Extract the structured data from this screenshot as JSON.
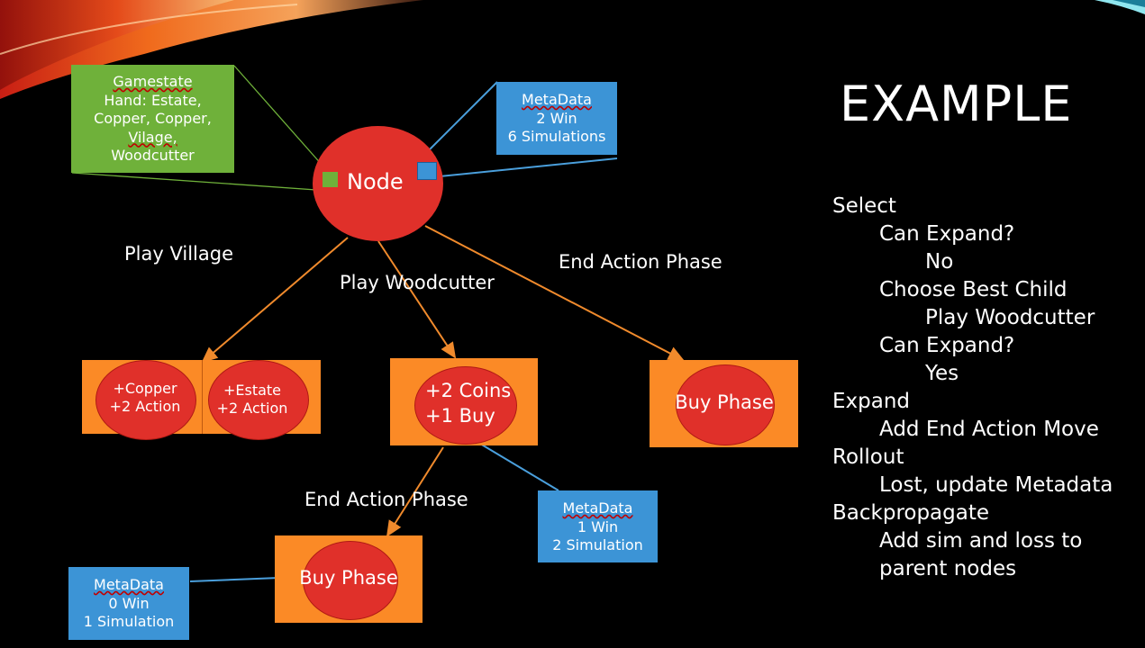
{
  "slide": {
    "title": "EXAMPLE"
  },
  "node": {
    "label": "Node"
  },
  "gamestate": {
    "heading": "Gamestate",
    "lines": [
      "Hand: Estate,",
      "Copper, Copper,",
      "Vilage,",
      "Woodcutter"
    ]
  },
  "root_meta": {
    "heading": "MetaData",
    "lines": [
      "2 Win",
      "6 Simulations"
    ]
  },
  "edges": {
    "play_village": "Play Village",
    "play_woodcutter": "Play Woodcutter",
    "end_action_phase_top": "End Action Phase",
    "end_action_phase_bottom": "End Action Phase"
  },
  "children": {
    "copper": [
      "+Copper",
      "+2 Action"
    ],
    "estate": [
      "+Estate",
      "+2 Action"
    ],
    "coins": [
      "+2 Coins",
      "+1 Buy"
    ],
    "buy_phase_right": "Buy Phase",
    "buy_phase_bottom": "Buy Phase"
  },
  "child_meta": {
    "heading": "MetaData",
    "lines": [
      "1 Win",
      "2 Simulation"
    ]
  },
  "leaf_meta": {
    "heading": "MetaData",
    "lines": [
      "0 Win",
      "1 Simulation"
    ]
  },
  "steps": [
    {
      "text": "Select",
      "level": 0
    },
    {
      "text": "Can Expand?",
      "level": 1
    },
    {
      "text": "No",
      "level": 2
    },
    {
      "text": "Choose Best Child",
      "level": 1
    },
    {
      "text": "Play Woodcutter",
      "level": 2
    },
    {
      "text": "Can Expand?",
      "level": 1
    },
    {
      "text": "Yes",
      "level": 2
    },
    {
      "text": "Expand",
      "level": 0
    },
    {
      "text": "Add End Action Move",
      "level": 1
    },
    {
      "text": "Rollout",
      "level": 0
    },
    {
      "text": "Lost, update Metadata",
      "level": 1
    },
    {
      "text": "Backpropagate",
      "level": 0
    },
    {
      "text": "Add sim and loss to",
      "level": 1
    },
    {
      "text": "parent nodes",
      "level": 1
    }
  ],
  "colors": {
    "background": "#000000",
    "node_red": "#e0302a",
    "child_orange": "#fb8a26",
    "meta_blue": "#3c94d6",
    "gamestate_green": "#6fb13a",
    "edge_orange": "#f08a2c",
    "edge_blue": "#4a9fdc",
    "edge_green": "#6fb13a"
  }
}
